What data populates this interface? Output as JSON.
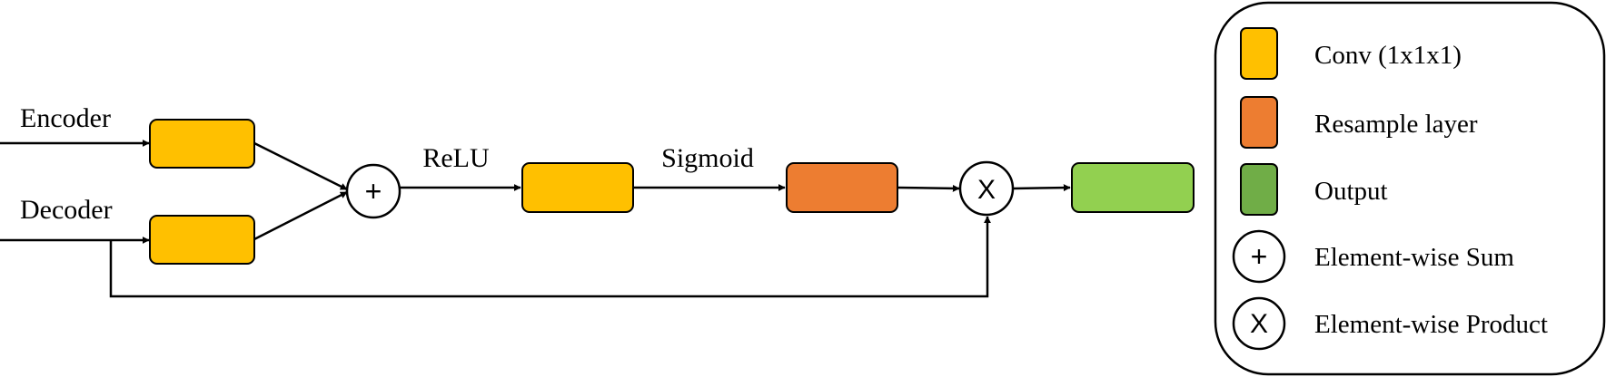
{
  "diagram": {
    "inputs": {
      "encoder": "Encoder",
      "decoder": "Decoder"
    },
    "edge_labels": {
      "relu": "ReLU",
      "sigmoid": "Sigmoid"
    },
    "operators": {
      "sum_symbol": "+",
      "product_symbol": "X"
    }
  },
  "legend": {
    "items": [
      {
        "label": "Conv (1x1x1)",
        "kind": "box",
        "color": "#FFC000"
      },
      {
        "label": "Resample layer",
        "kind": "box",
        "color": "#ED7D31"
      },
      {
        "label": "Output",
        "kind": "box",
        "color": "#70AD47"
      },
      {
        "label": "Element-wise Sum",
        "kind": "circle",
        "symbol": "+"
      },
      {
        "label": "Element-wise Product",
        "kind": "circle",
        "symbol": "X"
      }
    ]
  },
  "colors": {
    "conv": "#FFC000",
    "resample": "#ED7D31",
    "output_block": "#92D050",
    "output_legend": "#70AD47",
    "stroke": "#000000"
  }
}
